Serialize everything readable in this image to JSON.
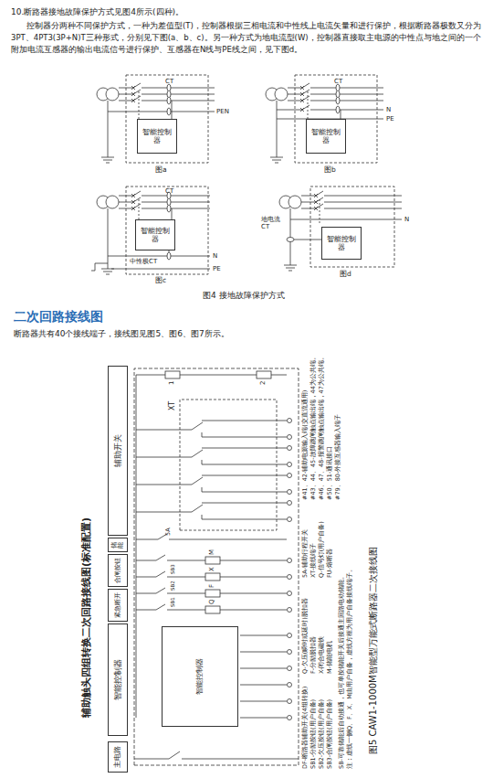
{
  "diagram": {
    "title": "二次回路接线图",
    "caption": "图4 接地故障保护方式",
    "nodes": [
      {
        "text": [
          "智能控制器"
        ]
      },
      {
        "text": [
          "智能控制器"
        ]
      },
      {
        "text": [
          "智能控制器"
        ]
      },
      {
        "text": [
          "智能控制器"
        ]
      },
      {
        "text": [
          "主电路"
        ]
      },
      {
        "text": [
          "智能控制器"
        ]
      },
      {
        "text": [
          "紧急断开"
        ]
      },
      {
        "text": [
          "合闸按钮"
        ]
      },
      {
        "text": [
          "储能"
        ]
      },
      {
        "text": [
          "辅助开关"
        ]
      },
      {
        "text": [
          "智能控制器"
        ]
      }
    ],
    "labels": [
      "10.断路器接地故障保护方式见图4所示(四种)。",
      "控制器分两种不同保护方式，一种为差值型(T)，控制器根据三相电流和中性线上电流矢量和进行保护，根据断路器极数又分为3PT、4PT3(3P+N)T三种形式，分别见下图(a、b、c)。另一种方式为地电流型(W)，控制器直接取主电源的中性点与地之间的一个附加电流互感器的输出电流信号进行保护、互感器在N线与PE线之间，见下图d。",
      "CT",
      "PEN",
      "图a",
      "CT",
      "N",
      "PE",
      "图b",
      "CT",
      "N",
      "PE",
      "中性极CT",
      "图c",
      "地电流 CT",
      "N",
      "图d",
      "断路器共有40个接线端子，接线图见图5、图6、图7所示。",
      "辅助触头四组转换二次回路接线图(标准配置)",
      "XT",
      "1",
      "2",
      "DF-断路器辅助开关(4组转换)",
      "SB1-分励按钮(用户自备)",
      "SB2-欠压按钮(用户自备)",
      "SB3-合闸按钮(用户自备)",
      "Q-欠压(瞬时或延时)脱扣器",
      "F-分励脱扣器",
      "X-闭合电磁铁",
      "M-储能电机",
      "5A-辅助行程开关",
      "XT-接线端子",
      "Q-信号灯(用户自备)",
      "FU-熔断器",
      "#41、42-辅助电源输入端(交直流通用)",
      "#43、44、45-故障跳闸触点输出端，44为公共端。",
      "#46、47、48-报警跳闸触点输出端，47为公共端。",
      "#50、51-通讯接口",
      "#79、80-外接互感器输入端子",
      "SB-可靠储能后自动接通，也可单按储能开关后接通主回路电动储能。",
      "注：虚线一侧Q、F、X、M由用户自备，虚线方框为用户自备接线端子。",
      "图5 CAW1-1000M智能型万能式断路器二次接线图",
      "Q",
      "F",
      "X",
      "M",
      "5A",
      "SB1",
      "SB2",
      "SB3"
    ]
  }
}
